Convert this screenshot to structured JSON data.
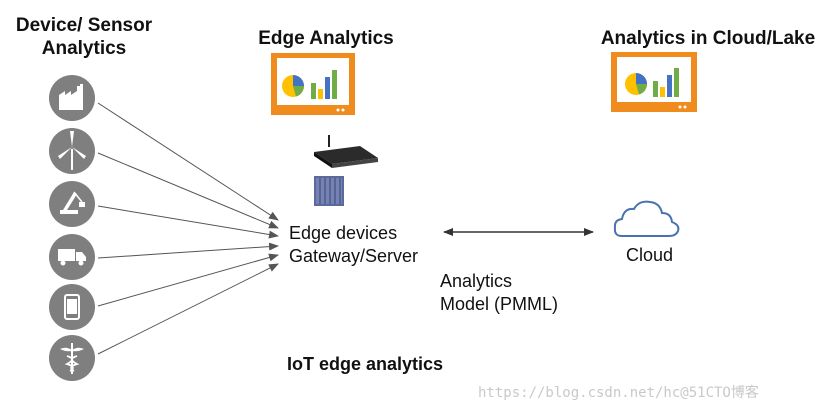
{
  "headers": {
    "device": [
      "Device/ Sensor",
      "Analytics"
    ],
    "edge": "Edge Analytics",
    "cloud": "Analytics in Cloud/Lake"
  },
  "edge_node": {
    "line1": "Edge devices",
    "line2": "Gateway/Server"
  },
  "cloud_node": {
    "label": "Cloud"
  },
  "link_label": {
    "line1": "Analytics",
    "line2": "Model (PMML)"
  },
  "caption": "IoT edge analytics",
  "watermark": "https://blog.csdn.net/hc@51CTO博客",
  "device_icons": [
    "factory-icon",
    "wind-turbine-icon",
    "crane-icon",
    "truck-icon",
    "smartphone-icon",
    "medical-caduceus-icon"
  ],
  "colors": {
    "monitor_frame": "#f08c1e",
    "device_circle": "#7f7f7f",
    "cloud_fill": "#ffffff",
    "cloud_stroke": "#4a72b0",
    "bar_green": "#70ad47",
    "bar_blue": "#4472c4",
    "bar_yellow": "#ffc000"
  }
}
